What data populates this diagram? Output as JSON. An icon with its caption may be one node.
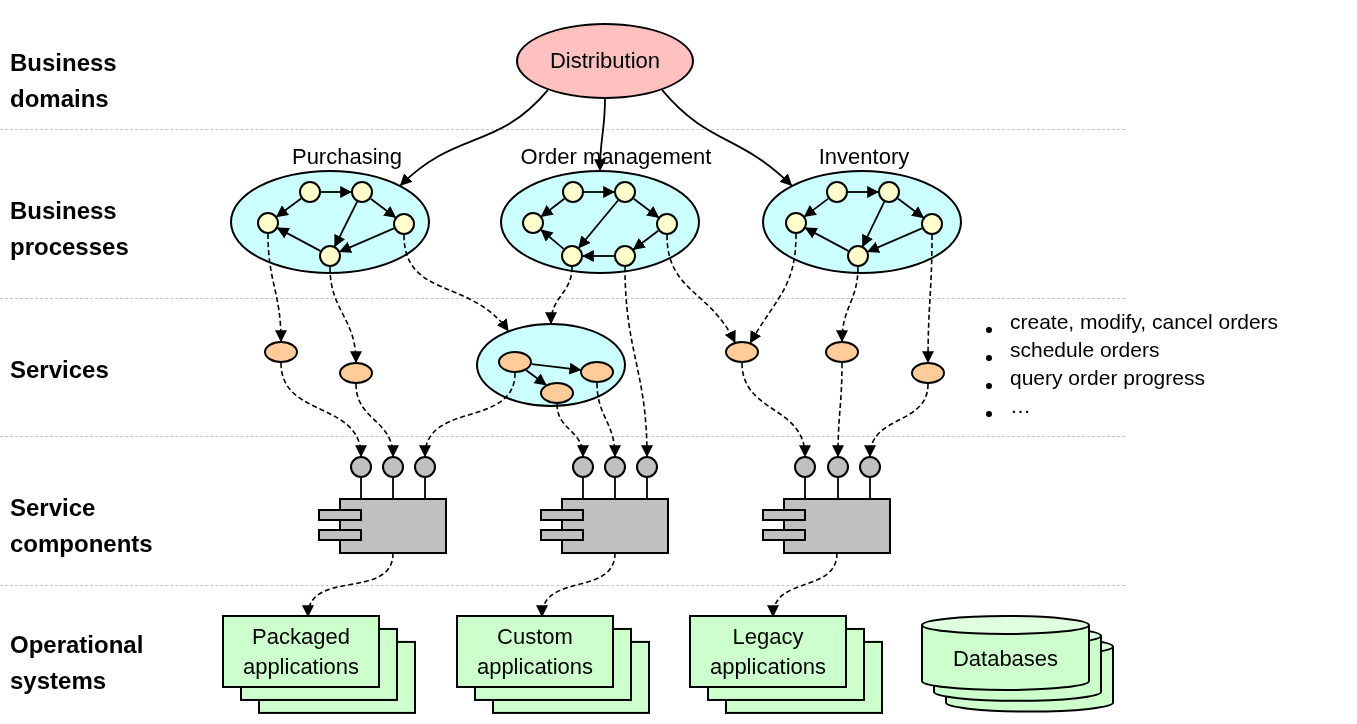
{
  "diagram": {
    "nodes": [
      {
        "text": [
          "Distribution"
        ]
      },
      {
        "text": [
          "Purchasing"
        ]
      },
      {
        "text": [],
        "shape": "circle",
        "in": 1
      },
      {
        "text": [],
        "shape": "circle",
        "in": 1
      },
      {
        "text": [],
        "shape": "circle",
        "in": 1
      },
      {
        "text": [],
        "shape": "circle",
        "in": 1
      },
      {
        "text": [],
        "shape": "circle",
        "in": 1
      },
      {
        "text": [
          "Order management"
        ]
      },
      {
        "text": [],
        "shape": "circle",
        "in": 7
      },
      {
        "text": [],
        "shape": "circle",
        "in": 7
      },
      {
        "text": [],
        "shape": "circle",
        "in": 7
      },
      {
        "text": [],
        "shape": "circle",
        "in": 7
      },
      {
        "text": [],
        "shape": "circle",
        "in": 7
      },
      {
        "text": [],
        "shape": "circle",
        "in": 7
      },
      {
        "text": [
          "Inventory"
        ]
      },
      {
        "text": [],
        "shape": "circle",
        "in": 14
      },
      {
        "text": [],
        "shape": "circle",
        "in": 14
      },
      {
        "text": [],
        "shape": "circle",
        "in": 14
      },
      {
        "text": [],
        "shape": "circle",
        "in": 14
      },
      {
        "text": [],
        "shape": "circle",
        "in": 14
      },
      {
        "text": [],
        "shape": "ellipse"
      },
      {
        "text": [],
        "shape": "ellipse"
      },
      {
        "text": [],
        "shape": "ellipse"
      },
      {
        "text": [],
        "shape": "ellipse",
        "in": 22
      },
      {
        "text": [],
        "shape": "ellipse",
        "in": 22
      },
      {
        "text": [],
        "shape": "ellipse",
        "in": 22
      },
      {
        "text": [],
        "shape": "ellipse"
      },
      {
        "text": [],
        "shape": "ellipse"
      },
      {
        "text": [],
        "shape": "ellipse"
      },
      {
        "text": [],
        "shape": "circle"
      },
      {
        "text": [],
        "shape": "circle"
      },
      {
        "text": [],
        "shape": "circle"
      },
      {
        "text": [],
        "shape": "circle"
      },
      {
        "text": [],
        "shape": "circle"
      },
      {
        "text": [],
        "shape": "circle"
      },
      {
        "text": [],
        "shape": "circle"
      },
      {
        "text": [],
        "shape": "circle"
      },
      {
        "text": [],
        "shape": "circle"
      },
      {
        "text": [],
        "shape": "component"
      },
      {
        "text": [],
        "shape": "component"
      },
      {
        "text": [],
        "shape": "component"
      },
      {
        "text": [
          "Packaged applications"
        ]
      },
      {
        "text": [
          "Custom applications"
        ]
      },
      {
        "text": [
          "Legacy applications"
        ]
      },
      {
        "text": [
          "Databases"
        ]
      }
    ],
    "edges": [
      {
        "from": 0,
        "to": 1,
        "arrow": "to"
      },
      {
        "from": 0,
        "to": 7,
        "arrow": "to"
      },
      {
        "from": 0,
        "to": 14,
        "arrow": "to"
      },
      {
        "from": 3,
        "to": 2,
        "arrow": "to"
      },
      {
        "from": 3,
        "to": 4,
        "arrow": "to"
      },
      {
        "from": 4,
        "to": 6,
        "arrow": "to"
      },
      {
        "from": 4,
        "to": 5,
        "arrow": "to"
      },
      {
        "from": 5,
        "to": 6,
        "arrow": "to"
      },
      {
        "from": 6,
        "to": 2,
        "arrow": "to"
      },
      {
        "from": 9,
        "to": 8,
        "arrow": "to"
      },
      {
        "from": 9,
        "to": 10,
        "arrow": "to"
      },
      {
        "from": 10,
        "to": 12,
        "arrow": "to"
      },
      {
        "from": 10,
        "to": 11,
        "arrow": "to"
      },
      {
        "from": 11,
        "to": 13,
        "arrow": "to"
      },
      {
        "from": 13,
        "to": 12,
        "arrow": "to"
      },
      {
        "from": 12,
        "to": 8,
        "arrow": "to"
      },
      {
        "from": 16,
        "to": 15,
        "arrow": "to"
      },
      {
        "from": 16,
        "to": 17,
        "arrow": "to"
      },
      {
        "from": 17,
        "to": 19,
        "arrow": "to"
      },
      {
        "from": 17,
        "to": 18,
        "arrow": "to"
      },
      {
        "from": 18,
        "to": 19,
        "arrow": "to"
      },
      {
        "from": 19,
        "to": 15,
        "arrow": "to"
      },
      {
        "from": 2,
        "to": 20,
        "arrow": "to",
        "style": "dashed"
      },
      {
        "from": 6,
        "to": 21,
        "arrow": "to",
        "style": "dashed"
      },
      {
        "from": 5,
        "to": 22,
        "arrow": "to",
        "style": "dashed"
      },
      {
        "from": 12,
        "to": 22,
        "arrow": "to",
        "style": "dashed"
      },
      {
        "from": 13,
        "to": 34,
        "arrow": "to",
        "style": "dashed"
      },
      {
        "from": 11,
        "to": 26,
        "arrow": "to",
        "style": "dashed"
      },
      {
        "from": 15,
        "to": 26,
        "arrow": "to",
        "style": "dashed"
      },
      {
        "from": 19,
        "to": 27,
        "arrow": "to",
        "style": "dashed"
      },
      {
        "from": 18,
        "to": 28,
        "arrow": "to",
        "style": "dashed"
      },
      {
        "from": 20,
        "to": 29,
        "arrow": "to",
        "style": "dashed"
      },
      {
        "from": 21,
        "to": 30,
        "arrow": "to",
        "style": "dashed"
      },
      {
        "from": 23,
        "to": 31,
        "arrow": "to",
        "style": "dashed"
      },
      {
        "from": 25,
        "to": 32,
        "arrow": "to",
        "style": "dashed"
      },
      {
        "from": 24,
        "to": 33,
        "arrow": "to",
        "style": "dashed"
      },
      {
        "from": 26,
        "to": 35,
        "arrow": "to",
        "style": "dashed"
      },
      {
        "from": 27,
        "to": 36,
        "arrow": "to",
        "style": "dashed"
      },
      {
        "from": 28,
        "to": 37,
        "arrow": "to",
        "style": "dashed"
      },
      {
        "from": 29,
        "to": 38,
        "arrow": "none"
      },
      {
        "from": 30,
        "to": 38,
        "arrow": "none"
      },
      {
        "from": 31,
        "to": 38,
        "arrow": "none"
      },
      {
        "from": 32,
        "to": 39,
        "arrow": "none"
      },
      {
        "from": 33,
        "to": 39,
        "arrow": "none"
      },
      {
        "from": 34,
        "to": 39,
        "arrow": "none"
      },
      {
        "from": 35,
        "to": 40,
        "arrow": "none"
      },
      {
        "from": 36,
        "to": 40,
        "arrow": "none"
      },
      {
        "from": 37,
        "to": 40,
        "arrow": "none"
      },
      {
        "from": 38,
        "to": 41,
        "arrow": "to",
        "style": "dashed"
      },
      {
        "from": 39,
        "to": 42,
        "arrow": "to",
        "style": "dashed"
      },
      {
        "from": 40,
        "to": 43,
        "arrow": "to",
        "style": "dashed"
      },
      {
        "from": 23,
        "to": 24,
        "arrow": "to"
      },
      {
        "from": 23,
        "to": 25,
        "arrow": "to"
      }
    ],
    "labels": [
      "Business domains",
      "Business processes",
      "Services",
      "Service components",
      "Operational systems",
      "create, modify, cancel orders",
      "schedule orders",
      "query order progress",
      "…"
    ]
  }
}
